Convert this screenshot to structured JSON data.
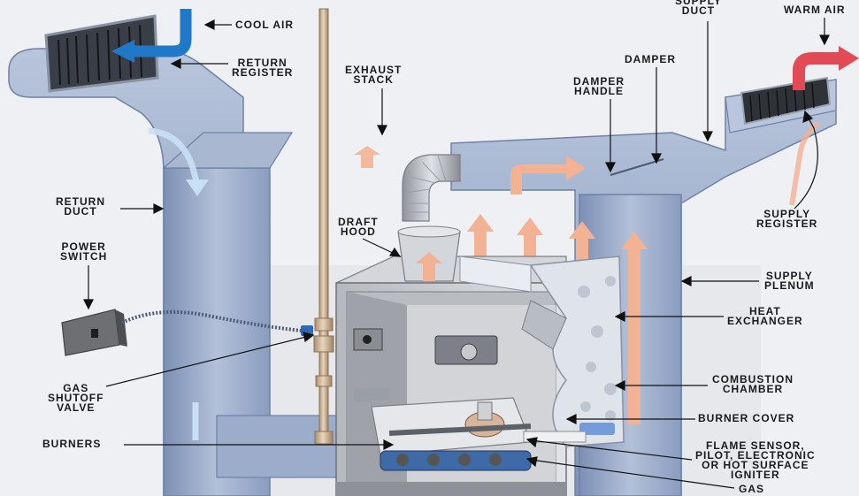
{
  "diagram": {
    "labels": {
      "cool_air": "COOL AIR",
      "return_register": "RETURN\nREGISTER",
      "exhaust_stack": "EXHAUST\nSTACK",
      "supply_duct": "SUPPLY\nDUCT",
      "warm_air": "WARM AIR",
      "damper": "DAMPER",
      "damper_handle": "DAMPER\nHANDLE",
      "return_duct": "RETURN\nDUCT",
      "draft_hood": "DRAFT\nHOOD",
      "supply_register": "SUPPLY\nREGISTER",
      "power_switch": "POWER\nSWITCH",
      "supply_plenum": "SUPPLY\nPLENUM",
      "heat_exchanger": "HEAT\nEXCHANGER",
      "gas_shutoff_valve": "GAS\nSHUTOFF\nVALVE",
      "combustion_chamber": "COMBUSTION\nCHAMBER",
      "burner_cover": "BURNER COVER",
      "burners": "BURNERS",
      "flame_sensor": "FLAME SENSOR,\nPILOT, ELECTRONIC\nOR HOT SURFACE\nIGNITER",
      "gas": "GAS"
    },
    "colors": {
      "duct": "#8fa2c3",
      "duct_shadow": "#6e82a6",
      "cool_arrow": "#1f78c8",
      "warm_arrow": "#e24a55",
      "airflow_warm": "#f3b293",
      "cabinet": "#c7c9cc",
      "pipe": "#c8ae8f"
    }
  }
}
